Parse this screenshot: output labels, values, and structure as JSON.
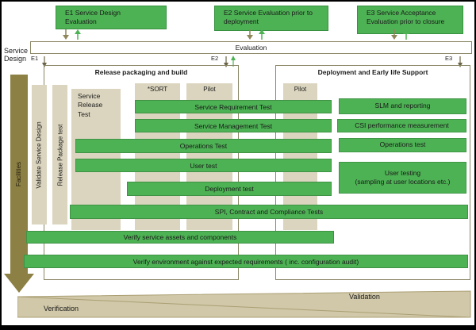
{
  "header": {
    "top_boxes": [
      {
        "id": "E1",
        "label": "E1 Service Design\nEvaluation"
      },
      {
        "id": "E2",
        "label": "E2 Service Evaluation prior to\ndeployment"
      },
      {
        "id": "E3",
        "label": "E3 Service Acceptance\nEvaluation prior to closure"
      }
    ],
    "evaluation_label": "Evaluation",
    "service_design_label": "Service\nDesign",
    "milestones": [
      "E1",
      "E2",
      "E3"
    ]
  },
  "left_rail": {
    "facilities_label": "Facilities",
    "validate_label": "Validate Service Design",
    "release_package_label": "Release Package test"
  },
  "release_box": {
    "title": "Release packaging and build",
    "service_release_label": "Service\nRelease\nTest",
    "columns": [
      "*SORT",
      "Pilot"
    ]
  },
  "deployment_box": {
    "title": "Deployment and Early life Support",
    "column": "Pilot",
    "boxes": [
      "SLM and reporting",
      "CSI performance measurement",
      "Operations test",
      "User testing\n(sampling at user locations etc.)"
    ]
  },
  "bars": [
    "Service Requirement Test",
    "Service Management Test",
    "Operations Test",
    "User test",
    "Deployment test",
    "SPI, Contract and Compliance Tests",
    "Verify service assets and components",
    "Verify environment against expected requirements ( inc. configuration audit)"
  ],
  "footer": {
    "verification": "Verification",
    "validation": "Validation"
  },
  "colors": {
    "green": "#4db254",
    "green_border": "#379040",
    "tan": "#dbd5bf",
    "olive_border": "#8a8766",
    "facilities_olive": "#8d8044",
    "wedge_fill": "#d0c8a8",
    "wedge_border": "#ab9f74",
    "text_dark": "#1a1a1a"
  }
}
